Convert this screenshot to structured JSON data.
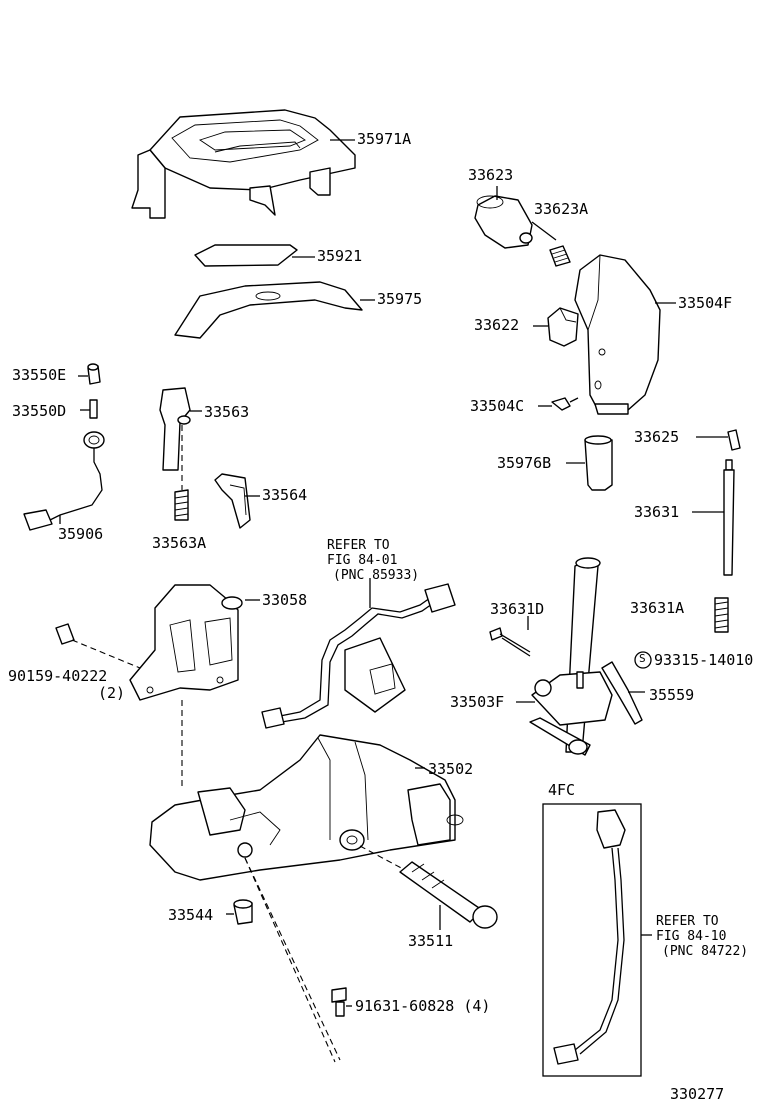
{
  "diagram": {
    "part_labels": {
      "p35971A": "35971A",
      "p35921": "35921",
      "p35975": "35975",
      "p33623": "33623",
      "p33623A": "33623A",
      "p33504F": "33504F",
      "p33622": "33622",
      "p33504C": "33504C",
      "p33625": "33625",
      "p35976B": "35976B",
      "p33631": "33631",
      "p33631A": "33631A",
      "p33631D": "33631D",
      "p93315": "93315-14010",
      "p33503F": "33503F",
      "p35559": "35559",
      "p33550E": "33550E",
      "p33550D": "33550D",
      "p35906": "35906",
      "p33563": "33563",
      "p33563A": "33563A",
      "p33564": "33564",
      "p33058": "33058",
      "p90159": "90159-40222",
      "p90159_qty": "(2)",
      "p33502": "33502",
      "p33544": "33544",
      "p33511": "33511",
      "p91631": "91631-60828 (4)",
      "s_mark": "S"
    },
    "refer_1": {
      "line1": "REFER TO",
      "line2": "FIG 84-01",
      "line3": "(PNC 85933)"
    },
    "refer_2": {
      "line1": "REFER TO",
      "line2": "FIG 84-10",
      "line3": "(PNC 84722)"
    },
    "inset_title": "4FC",
    "figure_number": "330277"
  }
}
